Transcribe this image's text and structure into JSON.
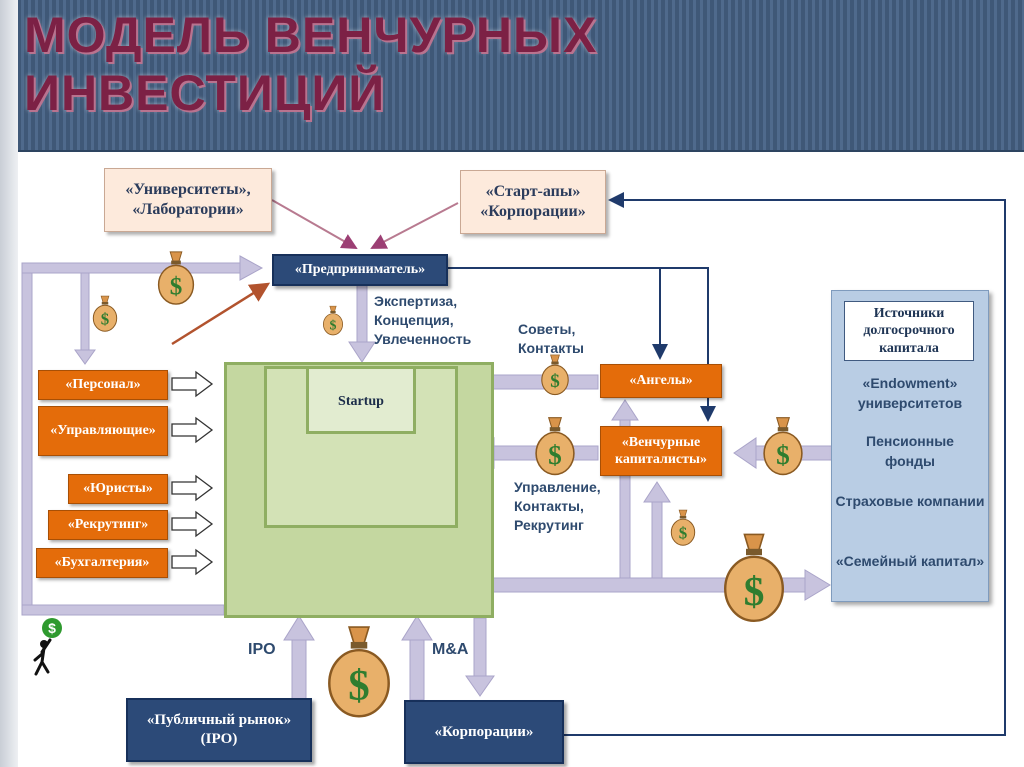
{
  "slide": {
    "title_line1": "МОДЕЛЬ ВЕНЧУРНЫХ",
    "title_line2": "ИНВЕСТИЦИЙ"
  },
  "nodes": {
    "universities": "«Университеты», «Лаборатории»",
    "startups_corp": "«Старт-апы» «Корпорации»",
    "entrepreneur": "«Предприниматель»",
    "startup": "Startup",
    "angels": "«Ангелы»",
    "vc": "«Венчурные капиталисты»",
    "public_market": "«Публичный рынок» (IPO)",
    "corporations": "«Корпорации»"
  },
  "left_resources": [
    "«Персонал»",
    "«Управляющие»",
    "«Юристы»",
    "«Рекрутинг»",
    "«Бухгалтерия»"
  ],
  "labels": {
    "expertise": "Экспертиза, Концепция, Увлеченность",
    "advice": "Советы, Контакты",
    "management": "Управление, Контакты, Рекрутинг",
    "ipo": "IPO",
    "ma": "M&A"
  },
  "sources": {
    "title": "Источники долгосрочного капитала",
    "items": [
      "«Endowment» университетов",
      "Пенсионные фонды",
      "Страховые компании",
      "«Семейный капитал»"
    ]
  },
  "icon_symbol": "$",
  "colors": {
    "arrow_light": "#c8c3de",
    "arrow_dark": "#1f3a6b",
    "orange": "#e46c0a",
    "navy": "#2c4a78",
    "green": "#c4d7a0",
    "bag": "#e8b06a"
  }
}
